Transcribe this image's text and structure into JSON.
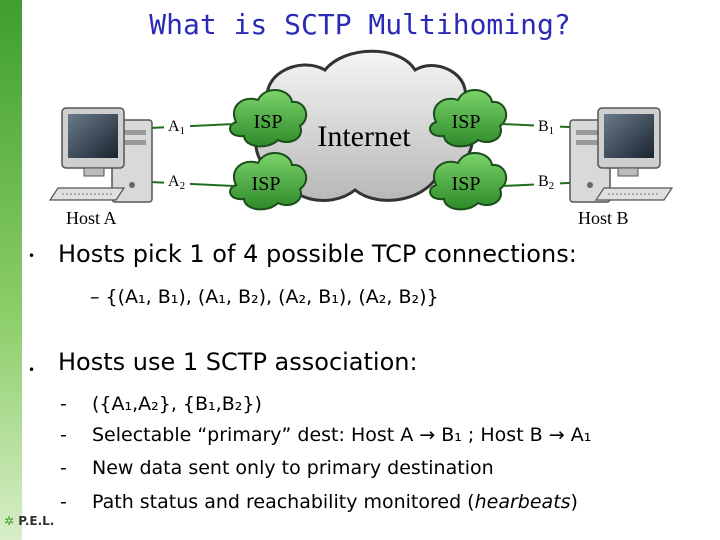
{
  "title": "What is SCTP Multihoming?",
  "diagram": {
    "cloud_label": "Internet",
    "isp_label": "ISP",
    "host_a_label": "Host A",
    "host_b_label": "Host B",
    "addr_a1": "A",
    "addr_a1_sub": "1",
    "addr_a2": "A",
    "addr_a2_sub": "2",
    "addr_b1": "B",
    "addr_b1_sub": "1",
    "addr_b2": "B",
    "addr_b2_sub": "2"
  },
  "bullets": [
    {
      "text": "Hosts pick 1 of 4 possible TCP connections:",
      "sub": "– {(A₁, B₁), (A₁, B₂), (A₂, B₁), (A₂, B₂)}"
    },
    {
      "text": "Hosts use 1 SCTP association:",
      "items": [
        "({A₁,A₂}, {B₁,B₂})",
        "Selectable “primary” dest: Host A → B₁ ; Host B → A₁",
        "New data sent only to primary destination",
        "Path status and reachability monitored (hearbeats)"
      ]
    }
  ],
  "footer": {
    "logo_text": "P.E.L."
  },
  "colors": {
    "title": "#2b2bb8",
    "accent_green": "#3e9e2e",
    "link_line": "#1f6e1f"
  }
}
